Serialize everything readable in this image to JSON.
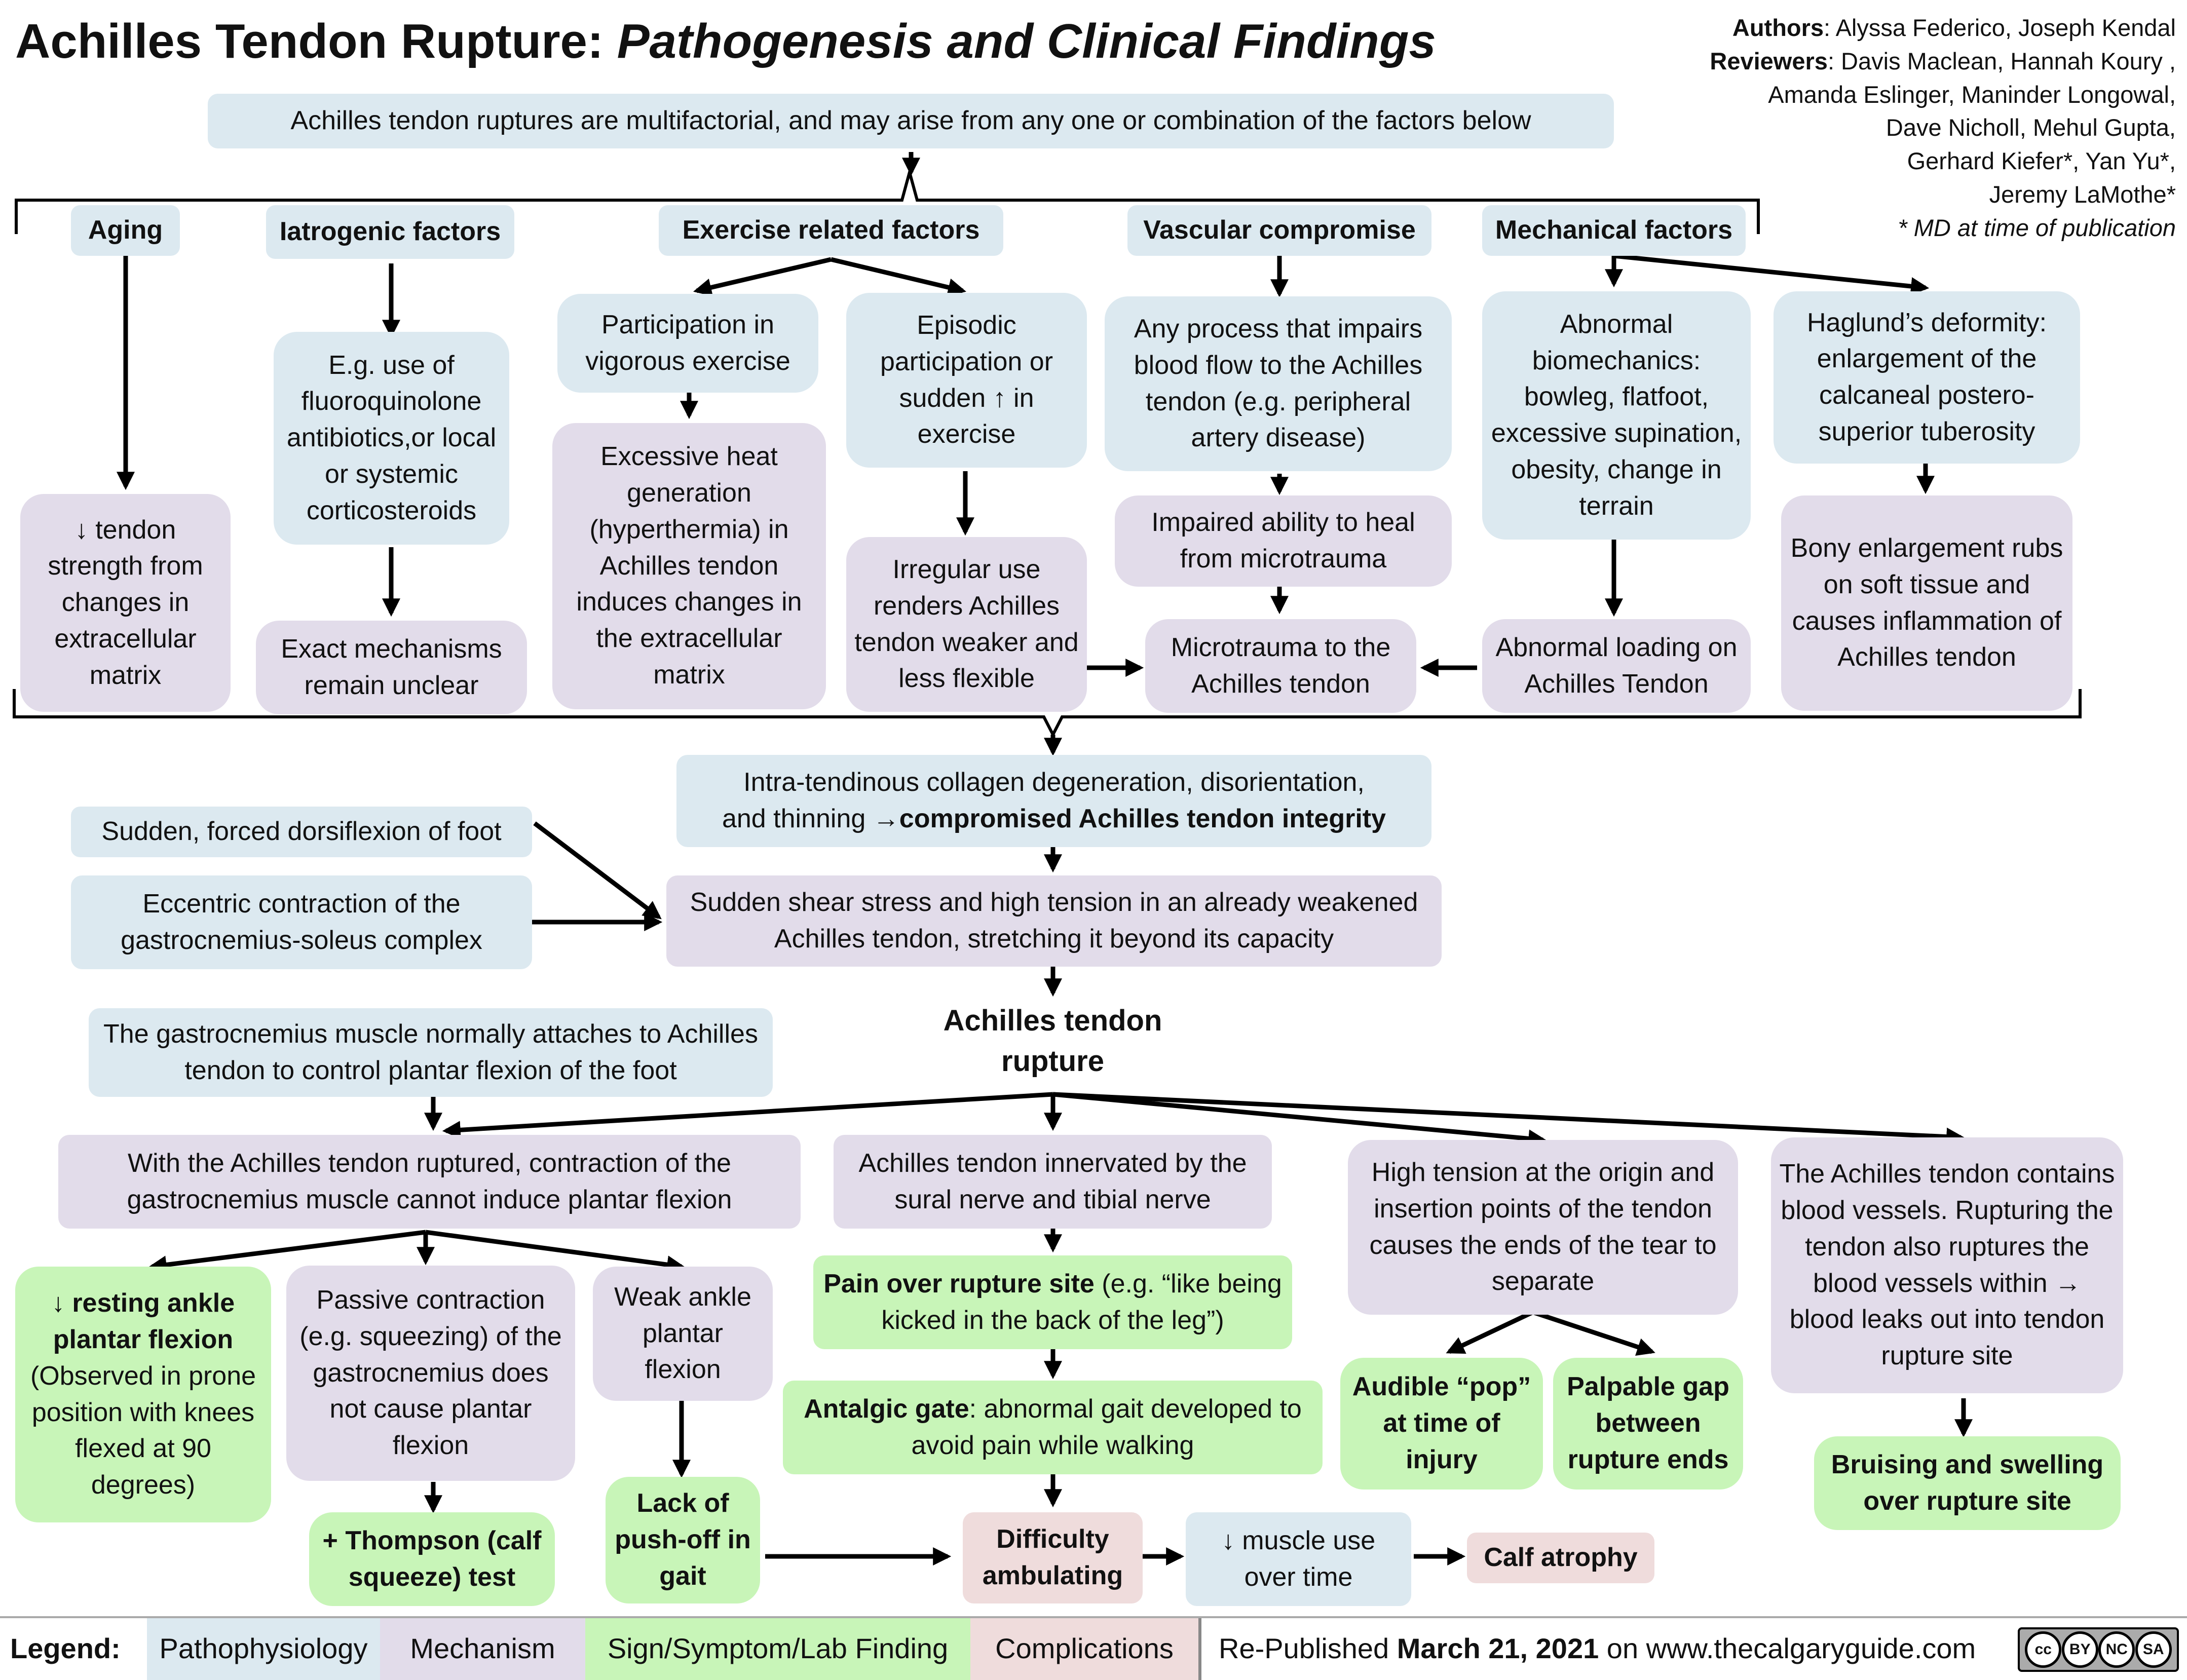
{
  "title": {
    "main": "Achilles Tendon Rupture: ",
    "sub": "Pathogenesis and Clinical Findings"
  },
  "authors": {
    "authors_label": "Authors",
    "authors_names": ":  Alyssa Federico, Joseph Kendal",
    "reviewers_label": "Reviewers",
    "reviewers_line1": ": Davis Maclean, Hannah Koury ,",
    "line2": "Amanda Eslinger, Maninder Longowal,",
    "line3": "Dave Nicholl, Mehul Gupta,",
    "line4": "Gerhard Kiefer*, Yan Yu*,",
    "line5": "Jeremy LaMothe*",
    "note": "* MD at time of publication"
  },
  "intro": "Achilles tendon ruptures are multifactorial, and may arise from any one or combination of the factors below",
  "factors": {
    "aging": {
      "header": "Aging",
      "effect": "↓ tendon strength from changes in extracellular matrix"
    },
    "iatrogenic": {
      "header": "Iatrogenic factors",
      "example": "E.g. use of fluoroquinolone antibiotics,or local or systemic corticosteroids",
      "effect": "Exact mechanisms remain unclear"
    },
    "exercise": {
      "header": "Exercise related factors",
      "vigorous": "Participation in vigorous exercise",
      "heat": "Excessive heat generation (hyperthermia) in Achilles tendon induces changes in the extracellular matrix",
      "episodic": "Episodic participation or sudden ↑ in exercise",
      "irregular": "Irregular use renders Achilles tendon weaker and less flexible"
    },
    "vascular": {
      "header": "Vascular compromise",
      "process": "Any process that impairs blood flow to the Achilles tendon (e.g. peripheral artery disease)",
      "impaired": "Impaired ability to heal from microtrauma",
      "microtrauma": "Microtrauma to the Achilles tendon"
    },
    "mechanical": {
      "header": "Mechanical factors",
      "biomech": "Abnormal biomechanics: bowleg, flatfoot, excessive supination, obesity, change in terrain",
      "loading": "Abnormal loading on Achilles Tendon",
      "haglund": "Haglund’s deformity: enlargement of the calcaneal postero-superior tuberosity",
      "bony": "Bony enlargement rubs on soft tissue and causes inflammation of Achilles tendon"
    }
  },
  "collagen": {
    "line1": "Intra-tendinous collagen degeneration, disorientation,",
    "line2_pre": "and thinning ",
    "arrow": "→",
    "line2_bold": "compromised Achilles tendon integrity"
  },
  "dorsiflexion": "Sudden, forced dorsiflexion of foot",
  "eccentric": "Eccentric contraction of the gastrocnemius-soleus complex",
  "shear": "Sudden shear stress and high tension in an already weakened Achilles tendon, stretching it beyond its capacity",
  "rupture": "Achilles tendon rupture",
  "gastroc_normal": "The gastrocnemius muscle normally attaches to Achilles tendon to control plantar flexion of the foot",
  "no_plantar": "With the Achilles tendon ruptured, contraction of the gastrocnemius muscle cannot induce plantar flexion",
  "resting": {
    "bold": "↓ resting ankle plantar flexion",
    "rest": "(Observed in prone position with knees flexed at 90 degrees)"
  },
  "passive": "Passive contraction (e.g. squeezing) of the gastrocnemius does not cause plantar flexion",
  "thompson": "+ Thompson (calf squeeze) test",
  "weak": "Weak ankle plantar flexion",
  "pushoff": "Lack of push-off in gait",
  "innervated": "Achilles tendon innervated by the sural nerve and tibial nerve",
  "pain": {
    "bold": "Pain over rupture site",
    "rest": " (e.g. “like being kicked in the back of the leg”)"
  },
  "antalgic": {
    "bold": "Antalgic gate",
    "rest": ": abnormal gait developed to avoid pain while walking"
  },
  "difficulty": "Difficulty ambulating",
  "muscle_use": "↓ muscle use over time",
  "atrophy": "Calf atrophy",
  "high_tension": "High tension at the origin and insertion points of the tendon causes the ends of the tear to separate",
  "pop": "Audible “pop” at time of injury",
  "gap": "Palpable gap between rupture ends",
  "vessels": {
    "line1": "The Achilles tendon contains blood vessels. Rupturing the tendon also ruptures the blood vessels within ",
    "arrow": "→",
    "line2": " blood leaks out into tendon rupture site"
  },
  "bruising": "Bruising and swelling over rupture site",
  "legend": {
    "label": "Legend:",
    "items": [
      "Pathophysiology",
      "Mechanism",
      "Sign/Symptom/Lab Finding",
      "Complications"
    ]
  },
  "footer": {
    "pre": "Re-Published ",
    "date": "March 21, 2021",
    "post": " on www.thecalgaryguide.com"
  },
  "license": {
    "cc": "cc",
    "by": "BY",
    "nc": "NC",
    "sa": "SA"
  },
  "colors": {
    "pathophysiology": "#dce9f0",
    "mechanism": "#e2dcea",
    "sign_symptom": "#c8f5b8",
    "complications": "#efdcdc",
    "legend_bar": "#d9d9d9"
  }
}
